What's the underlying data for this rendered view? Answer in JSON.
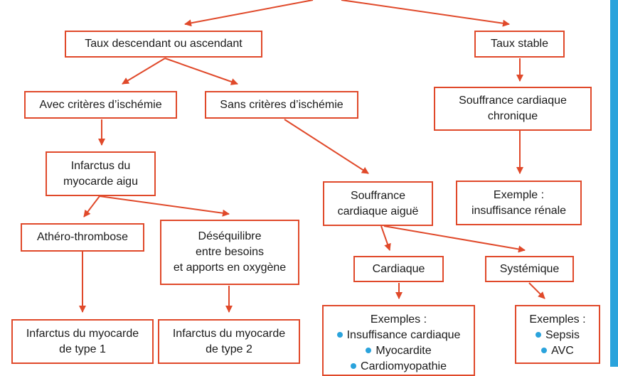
{
  "colors": {
    "accent": "#e0492a",
    "bullet": "#2aa3dc",
    "sidebar": "#2aa3dc"
  },
  "nodes": {
    "taux_desc_asc": {
      "lines": [
        "Taux descendant ou ascendant"
      ]
    },
    "taux_stable": {
      "lines": [
        "Taux stable"
      ]
    },
    "avec_criteres": {
      "lines": [
        "Avec critères d’ischémie"
      ]
    },
    "sans_criteres": {
      "lines": [
        "Sans critères d’ischémie"
      ]
    },
    "souffrance_chronique": {
      "lines": [
        "Souffrance cardiaque",
        "chronique"
      ]
    },
    "infarctus_aigu": {
      "lines": [
        "Infarctus du",
        "myocarde aigu"
      ]
    },
    "souffrance_aigue": {
      "lines": [
        "Souffrance",
        "cardiaque aiguë"
      ]
    },
    "exemple_renale": {
      "lines": [
        "Exemple :",
        "insuffisance rénale"
      ]
    },
    "athero": {
      "lines": [
        "Athéro-thrombose"
      ]
    },
    "desequilibre": {
      "lines": [
        "Déséquilibre",
        "entre besoins",
        "et apports en oxygène"
      ]
    },
    "cardiaque": {
      "lines": [
        "Cardiaque"
      ]
    },
    "systemique": {
      "lines": [
        "Systémique"
      ]
    },
    "type1": {
      "lines": [
        "Infarctus du myocarde",
        "de type 1"
      ]
    },
    "type2": {
      "lines": [
        "Infarctus du myocarde",
        "de type 2"
      ]
    },
    "exemples_cardiaque": {
      "title": "Exemples :",
      "items": [
        "Insuffisance cardiaque",
        "Myocardite",
        "Cardiomyopathie"
      ]
    },
    "exemples_systemique": {
      "title": "Exemples :",
      "items": [
        "Sepsis",
        "AVC"
      ]
    }
  }
}
